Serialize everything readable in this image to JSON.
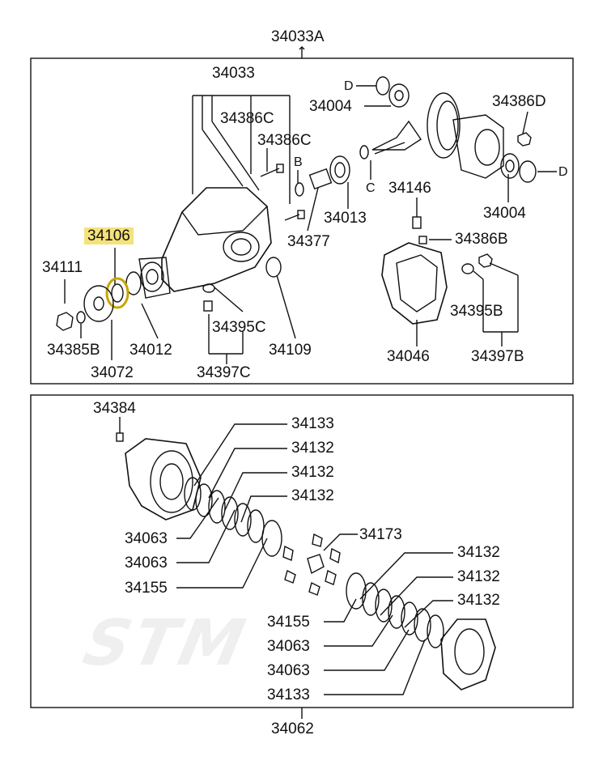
{
  "assembly_top": "34033A",
  "assembly_bottom": "34062",
  "watermark": "STM",
  "labels": {
    "l34033": "34033",
    "l34386c_1": "34386C",
    "l34386c_2": "34386C",
    "lB": "B",
    "lD1": "D",
    "lD2": "D",
    "lC": "C",
    "l34004_1": "34004",
    "l34004_2": "34004",
    "l34386d": "34386D",
    "l34013": "34013",
    "l34146": "34146",
    "l34106": "34106",
    "l34377": "34377",
    "l34386b": "34386B",
    "l34111": "34111",
    "l34385b": "34385B",
    "l34012": "34012",
    "l34395c": "34395C",
    "l34109": "34109",
    "l34395b": "34395B",
    "l34072": "34072",
    "l34397c": "34397C",
    "l34046": "34046",
    "l34397b": "34397B",
    "l34384": "34384",
    "l34133_1": "34133",
    "l34132_1": "34132",
    "l34132_2": "34132",
    "l34132_3": "34132",
    "l34063_1": "34063",
    "l34063_2": "34063",
    "l34173": "34173",
    "l34155_1": "34155",
    "l34132_4": "34132",
    "l34132_5": "34132",
    "l34132_6": "34132",
    "l34155_2": "34155",
    "l34063_3": "34063",
    "l34063_4": "34063",
    "l34133_2": "34133"
  },
  "highlight_color": "#f4e27a",
  "line_color": "#111111"
}
